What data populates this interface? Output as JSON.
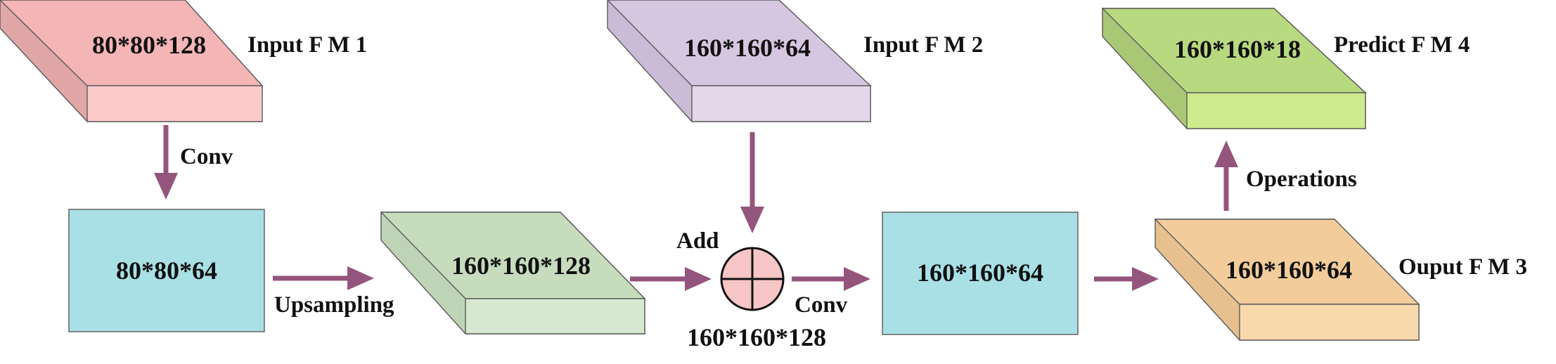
{
  "colors": {
    "arrow": "#94557c",
    "pink": "#f8c4c6",
    "purple": "#e1d3e6",
    "green_light": "#d4e6cd",
    "green_bright": "#c8e88b",
    "cyan": "#a8e0e5",
    "orange": "#f8d5a5",
    "node_add": "#f6c5c5"
  },
  "blocks": {
    "input_fm1": {
      "dims": "80*80*128",
      "label": "Input F M 1"
    },
    "input_fm2": {
      "dims": "160*160*64",
      "label": "Input F M 2"
    },
    "predict_fm4": {
      "dims": "160*160*18",
      "label": "Predict F M 4"
    },
    "conv_a": {
      "dims": "80*80*64"
    },
    "upsampled": {
      "dims": "160*160*128"
    },
    "conv_b": {
      "dims": "160*160*64"
    },
    "output_fm3": {
      "dims": "160*160*64",
      "label": "Ouput F M 3"
    }
  },
  "add_node": {
    "label": "Add",
    "dims": "160*160*128"
  },
  "edges": {
    "conv1": "Conv",
    "upsampling": "Upsampling",
    "conv2": "Conv",
    "operations": "Operations"
  }
}
